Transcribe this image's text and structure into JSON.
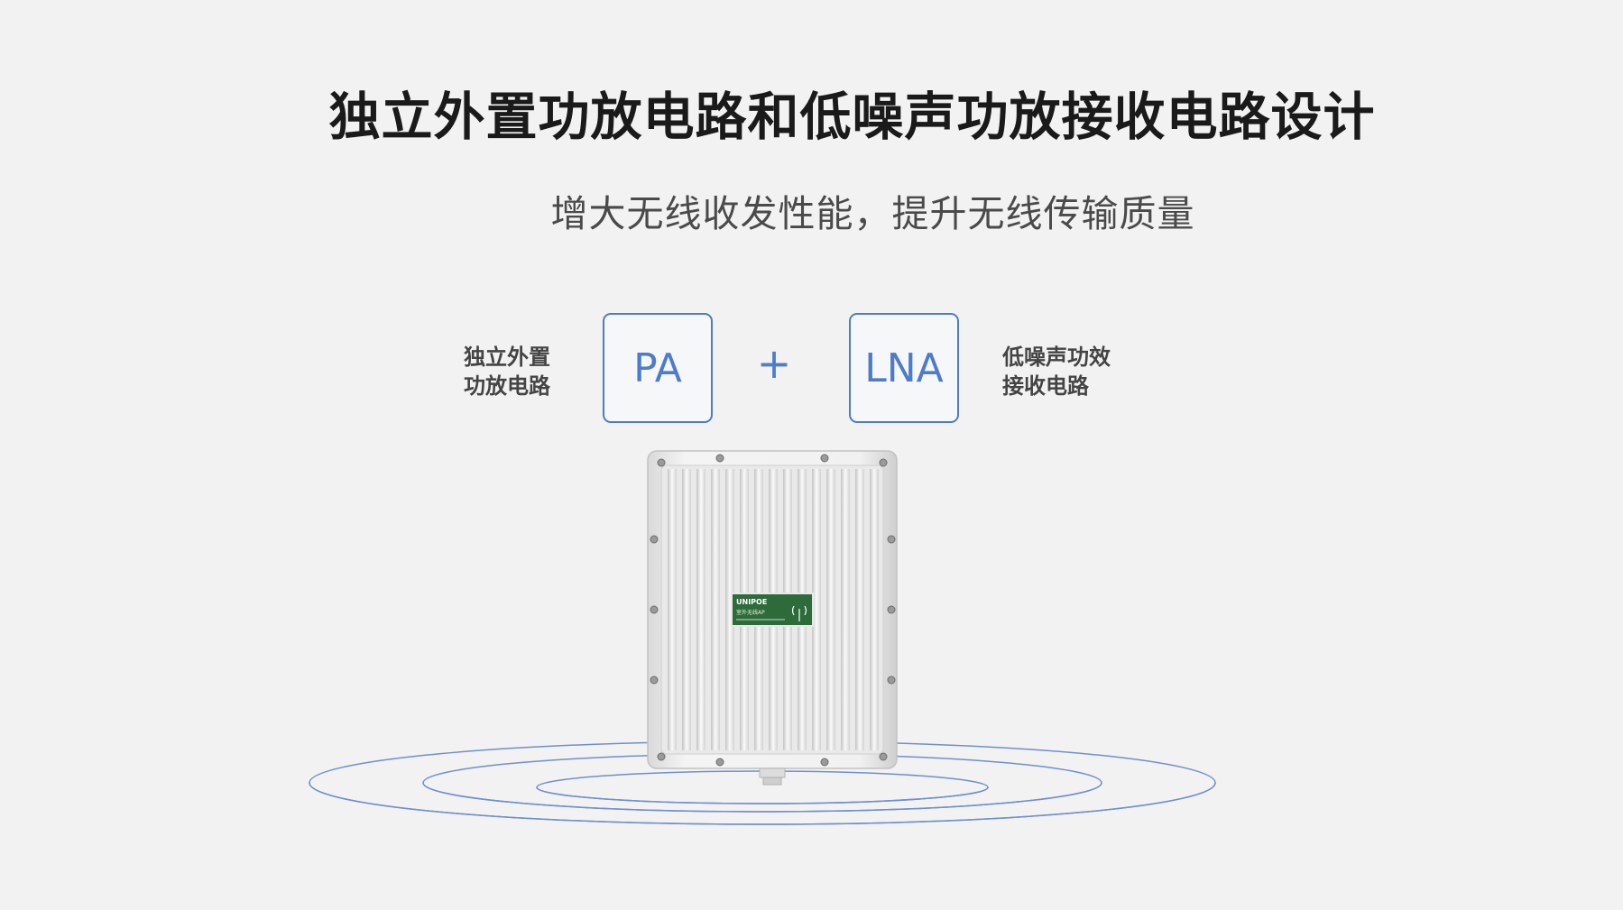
{
  "title": "独立外置功放电路和低噪声功放接收电路设计",
  "subtitle": "增大无线收发性能，提升无线传输质量",
  "left_label": {
    "line1": "独立外置",
    "line2": "功放电路"
  },
  "right_label": {
    "line1": "低噪声功效",
    "line2": "接收电路"
  },
  "chips": {
    "pa": "PA",
    "plus": "+",
    "lna": "LNA"
  },
  "device_label": {
    "brand": "UNIPOE",
    "model": "室外无线AP"
  },
  "colors": {
    "accent": "#4d7cc9",
    "background": "#f2f2f2",
    "label_green": "#2e6b3a"
  }
}
